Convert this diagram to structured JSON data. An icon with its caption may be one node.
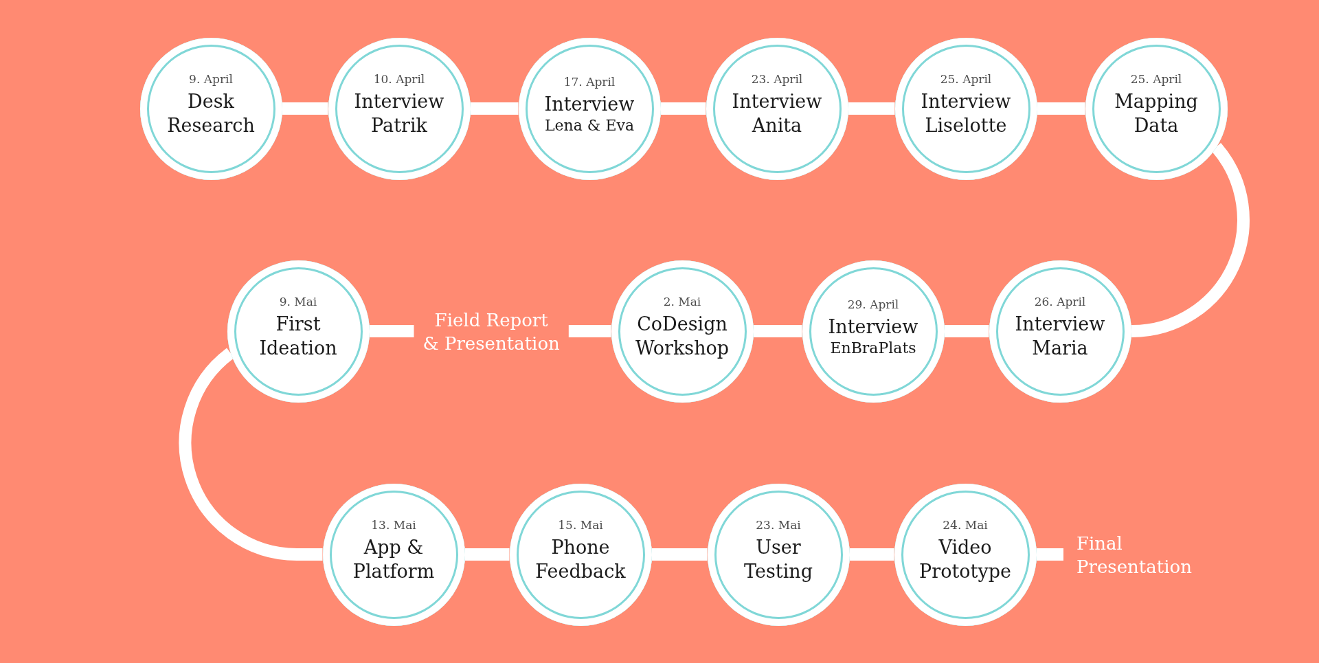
{
  "diagram": {
    "nodes": [
      {
        "text": [
          "9. April",
          "Desk Research"
        ]
      },
      {
        "text": [
          "10. April",
          "Interview Patrik"
        ]
      },
      {
        "text": [
          "17. April",
          "Interview",
          "Lena & Eva"
        ]
      },
      {
        "text": [
          "23. April",
          "Interview Anita"
        ]
      },
      {
        "text": [
          "25. April",
          "Interview Liselotte"
        ]
      },
      {
        "text": [
          "25. April",
          "Mapping Data"
        ]
      },
      {
        "text": [
          "26. April",
          "Interview Maria"
        ]
      },
      {
        "text": [
          "29. April",
          "Interview",
          "EnBraPlats"
        ]
      },
      {
        "text": [
          "2. Mai",
          "CoDesign Workshop"
        ]
      },
      {
        "text": [
          "Field Report & Presentation"
        ]
      },
      {
        "text": [
          "9. Mai",
          "First Ideation"
        ]
      },
      {
        "text": [
          "13. Mai",
          "App & Platform"
        ]
      },
      {
        "text": [
          "15. Mai",
          "Phone Feedback"
        ]
      },
      {
        "text": [
          "23. Mai",
          "User Testing"
        ]
      },
      {
        "text": [
          "24. Mai",
          "Video Prototype"
        ]
      },
      {
        "text": [
          "Final Presentation"
        ]
      }
    ],
    "edges": [
      {
        "from": 0,
        "to": 1,
        "arrow": "none"
      },
      {
        "from": 1,
        "to": 2,
        "arrow": "none"
      },
      {
        "from": 2,
        "to": 3,
        "arrow": "none"
      },
      {
        "from": 3,
        "to": 4,
        "arrow": "none"
      },
      {
        "from": 4,
        "to": 5,
        "arrow": "none"
      },
      {
        "from": 5,
        "to": 6,
        "arrow": "none"
      },
      {
        "from": 6,
        "to": 7,
        "arrow": "none"
      },
      {
        "from": 7,
        "to": 8,
        "arrow": "none"
      },
      {
        "from": 8,
        "to": 9,
        "arrow": "none"
      },
      {
        "from": 9,
        "to": 10,
        "arrow": "none"
      },
      {
        "from": 10,
        "to": 11,
        "arrow": "none"
      },
      {
        "from": 11,
        "to": 12,
        "arrow": "none"
      },
      {
        "from": 12,
        "to": 13,
        "arrow": "none"
      },
      {
        "from": 13,
        "to": 14,
        "arrow": "none"
      },
      {
        "from": 14,
        "to": 15,
        "arrow": "none"
      }
    ]
  }
}
